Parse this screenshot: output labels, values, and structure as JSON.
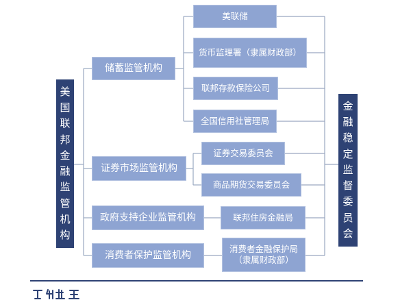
{
  "left_root": {
    "label": "美国联邦金融监管机构",
    "chars": [
      "美",
      "国",
      "联",
      "邦",
      "金",
      "融",
      "监",
      "管",
      "机",
      "构"
    ]
  },
  "right_root": {
    "label": "金融稳定监督委员会",
    "chars": [
      "金",
      "融",
      "稳",
      "定",
      "监",
      "督",
      "委",
      "员",
      "会"
    ]
  },
  "categories": [
    {
      "label": "储蓄监管机构",
      "children": [
        {
          "label": "美联储"
        },
        {
          "label": "货币监理署（隶属财政部）"
        },
        {
          "label": "联邦存款保险公司"
        },
        {
          "label": "全国信用社管理局"
        }
      ]
    },
    {
      "label": "证券市场监管机构",
      "children": [
        {
          "label": "证券交易委员会"
        },
        {
          "label": "商品期货交易委员会"
        }
      ]
    },
    {
      "label": "政府支持企业监管机构",
      "children": [
        {
          "label": "联邦住房金融局"
        }
      ]
    },
    {
      "label": "消费者保护监管机构",
      "children": [
        {
          "label": "消费者金融保护局",
          "label2": "（隶属财政部）"
        }
      ]
    }
  ],
  "colors": {
    "dark_box": "#2e4274",
    "light_box": "#8ea4d2",
    "connector": "#9aa8c0"
  }
}
